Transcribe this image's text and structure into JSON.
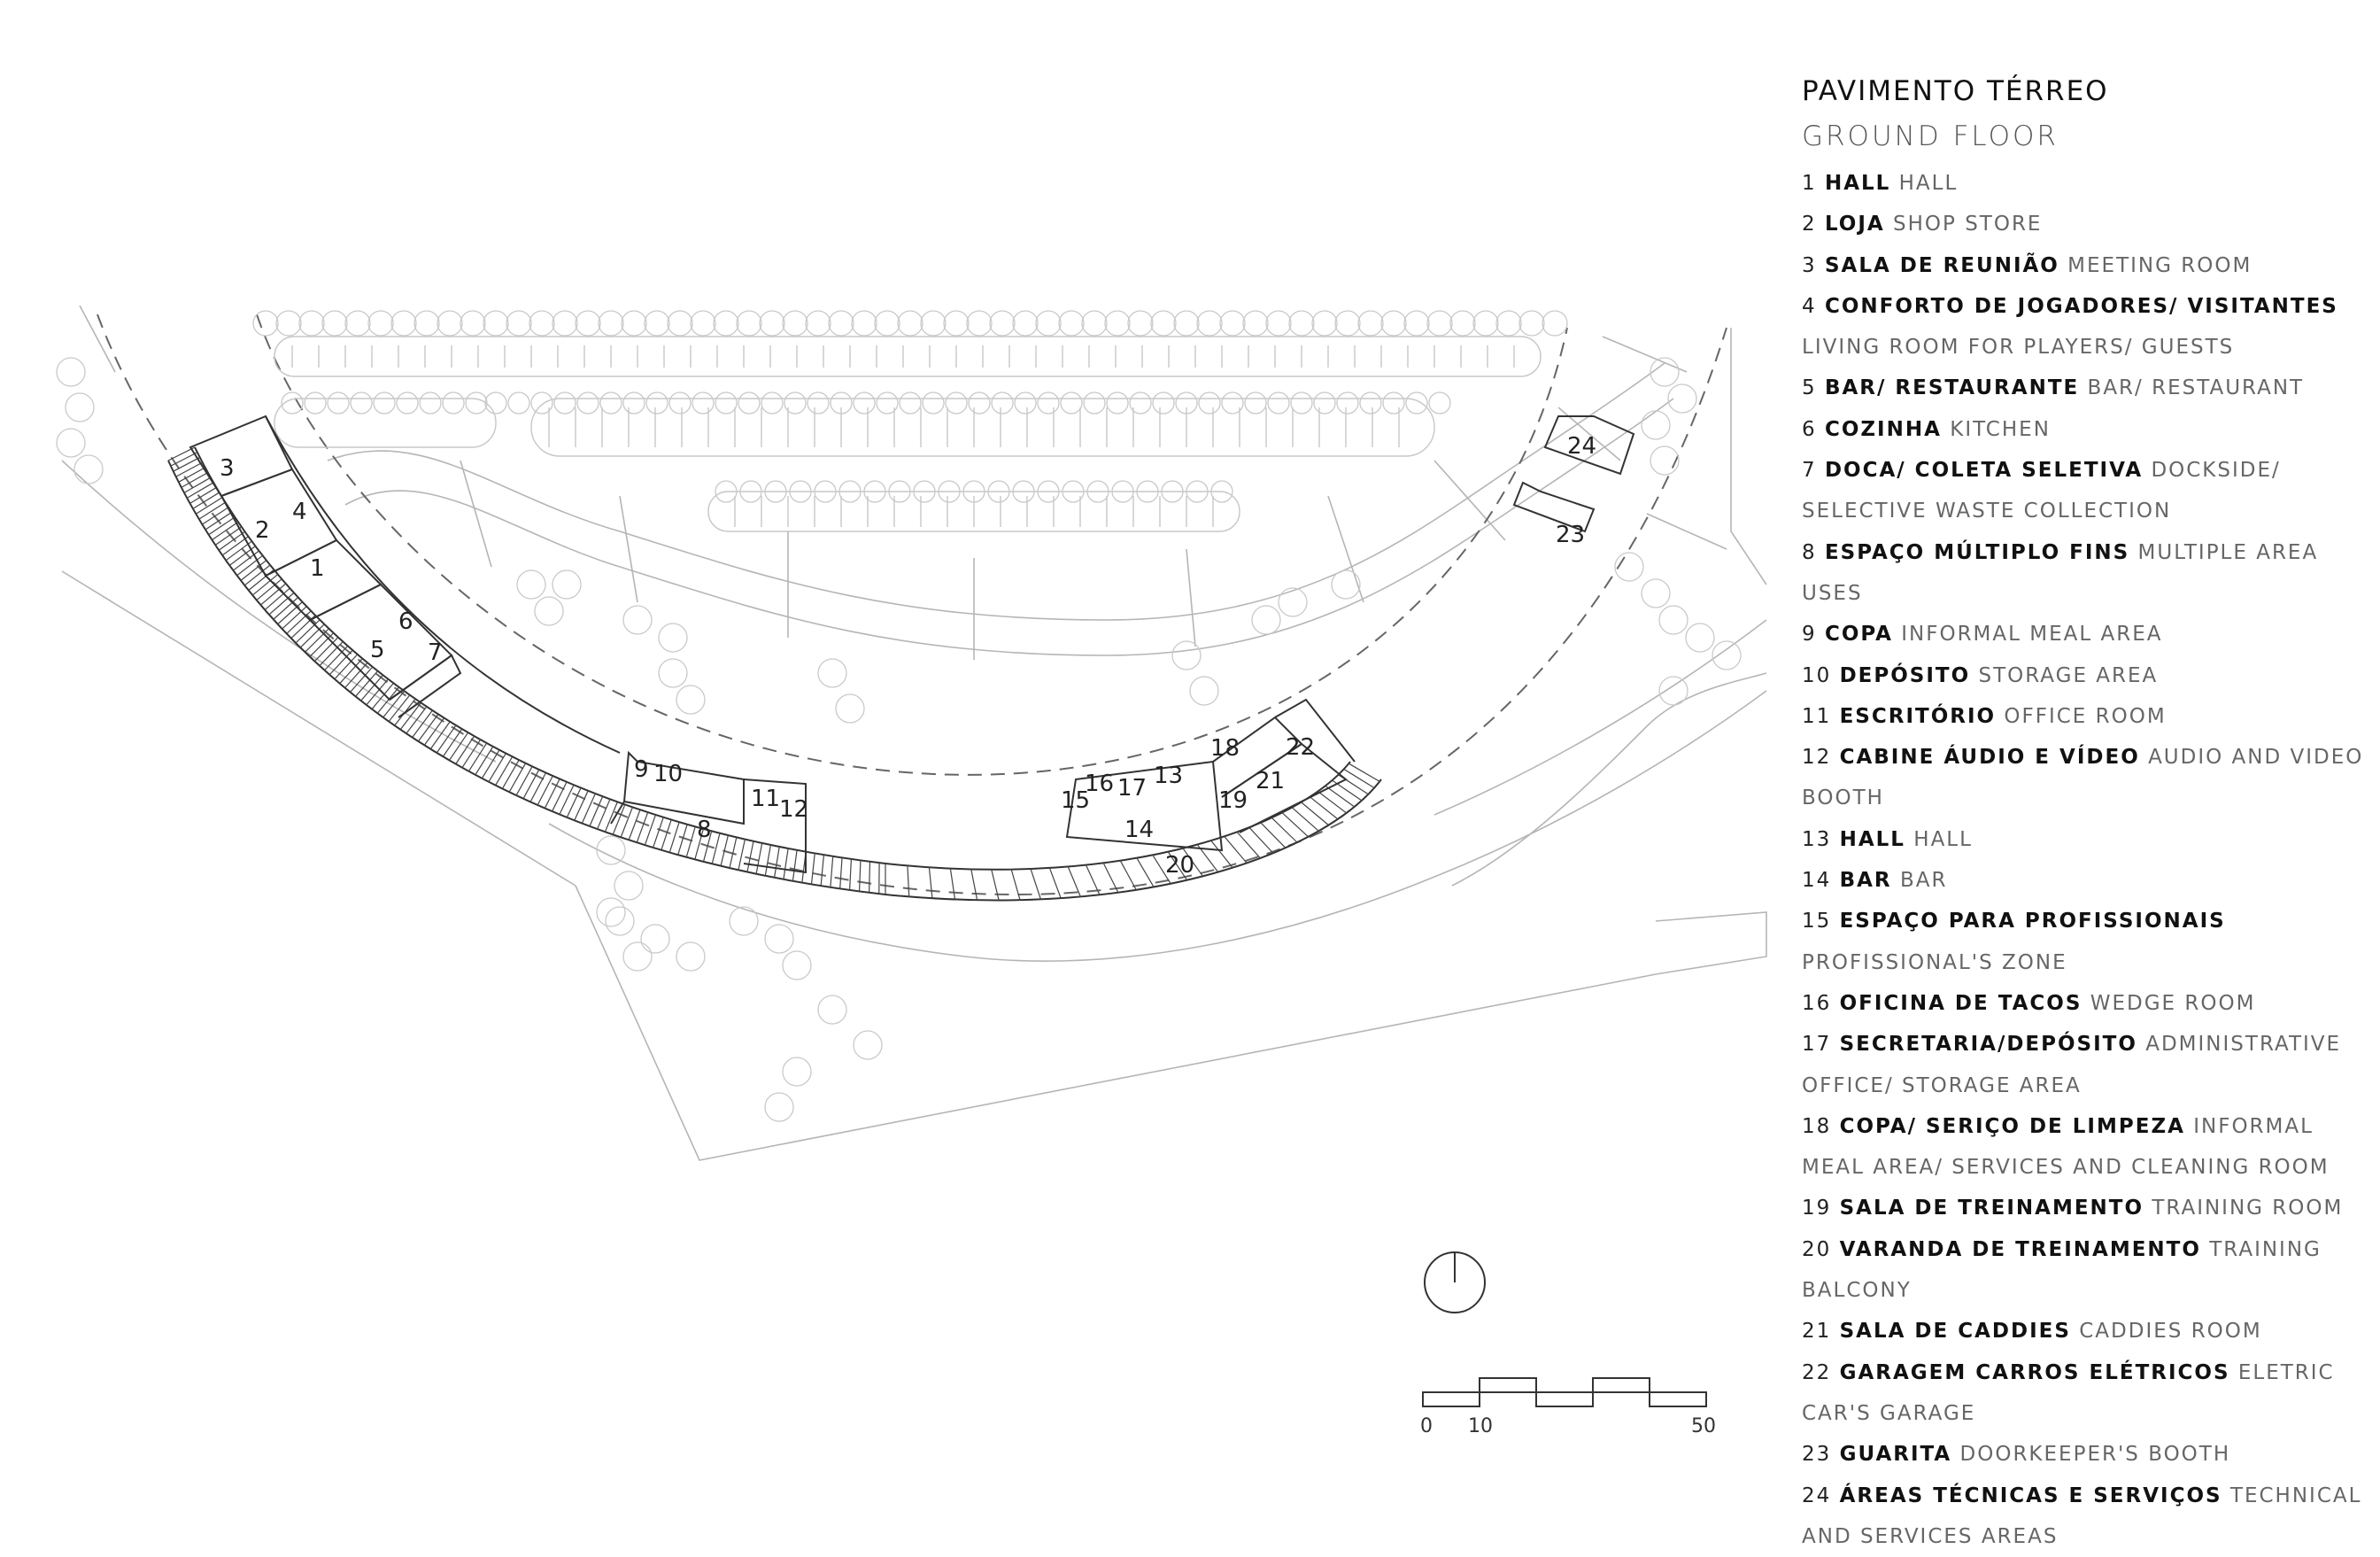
{
  "legend": {
    "title_pt": "PAVIMENTO TÉRREO",
    "title_en": "GROUND FLOOR",
    "items": [
      {
        "num": "1",
        "pt": "HALL",
        "en": "HALL"
      },
      {
        "num": "2",
        "pt": "LOJA",
        "en": "SHOP STORE"
      },
      {
        "num": "3",
        "pt": "SALA DE REUNIÃO",
        "en": "MEETING ROOM"
      },
      {
        "num": "4",
        "pt": "CONFORTO DE JOGADORES/ VISITANTES",
        "en": "LIVING ROOM FOR PLAYERS/ GUESTS"
      },
      {
        "num": "5",
        "pt": "BAR/ RESTAURANTE",
        "en": "BAR/ RESTAURANT"
      },
      {
        "num": "6",
        "pt": "COZINHA",
        "en": "KITCHEN"
      },
      {
        "num": "7",
        "pt": "DOCA/ COLETA SELETIVA",
        "en": "DOCKSIDE/ SELECTIVE WASTE COLLECTION"
      },
      {
        "num": "8",
        "pt": "ESPAÇO MÚLTIPLO FINS",
        "en": "MULTIPLE AREA USES"
      },
      {
        "num": "9",
        "pt": "COPA",
        "en": "INFORMAL MEAL AREA"
      },
      {
        "num": "10",
        "pt": "DEPÓSITO",
        "en": "STORAGE AREA"
      },
      {
        "num": "11",
        "pt": "ESCRITÓRIO",
        "en": "OFFICE ROOM"
      },
      {
        "num": "12",
        "pt": "CABINE ÁUDIO E VÍDEO",
        "en": "AUDIO AND VIDEO BOOTH"
      },
      {
        "num": "13",
        "pt": "HALL",
        "en": "HALL"
      },
      {
        "num": "14",
        "pt": "BAR",
        "en": "BAR"
      },
      {
        "num": "15",
        "pt": "ESPAÇO PARA PROFISSIONAIS",
        "en": "PROFISSIONAL'S ZONE"
      },
      {
        "num": "16",
        "pt": "OFICINA DE TACOS",
        "en": "WEDGE ROOM"
      },
      {
        "num": "17",
        "pt": "SECRETARIA/DEPÓSITO",
        "en": "ADMINISTRATIVE OFFICE/ STORAGE AREA"
      },
      {
        "num": "18",
        "pt": "COPA/ SERIÇO DE LIMPEZA",
        "en": "INFORMAL MEAL AREA/ SERVICES AND CLEANING ROOM"
      },
      {
        "num": "19",
        "pt": "SALA DE TREINAMENTO",
        "en": "TRAINING ROOM"
      },
      {
        "num": "20",
        "pt": "VARANDA DE TREINAMENTO",
        "en": "TRAINING BALCONY"
      },
      {
        "num": "21",
        "pt": "SALA DE CADDIES",
        "en": "CADDIES ROOM"
      },
      {
        "num": "22",
        "pt": "GARAGEM CARROS ELÉTRICOS",
        "en": "ELETRIC CAR'S GARAGE"
      },
      {
        "num": "23",
        "pt": "GUARITA",
        "en": "DOORKEEPER'S BOOTH"
      },
      {
        "num": "24",
        "pt": "ÁREAS TÉCNICAS E SERVIÇOS",
        "en": "TECHNICAL AND SERVICES AREAS"
      }
    ]
  },
  "plan_labels": [
    "1",
    "2",
    "3",
    "4",
    "5",
    "6",
    "7",
    "8",
    "9",
    "10",
    "11",
    "12",
    "13",
    "14",
    "15",
    "16",
    "17",
    "18",
    "19",
    "20",
    "21",
    "22",
    "23",
    "24"
  ],
  "scale_bar": {
    "labels": [
      "0",
      "10",
      "50"
    ]
  },
  "colors": {
    "line": "#9a9a9a",
    "dark_line": "#333333",
    "text": "#222222"
  }
}
